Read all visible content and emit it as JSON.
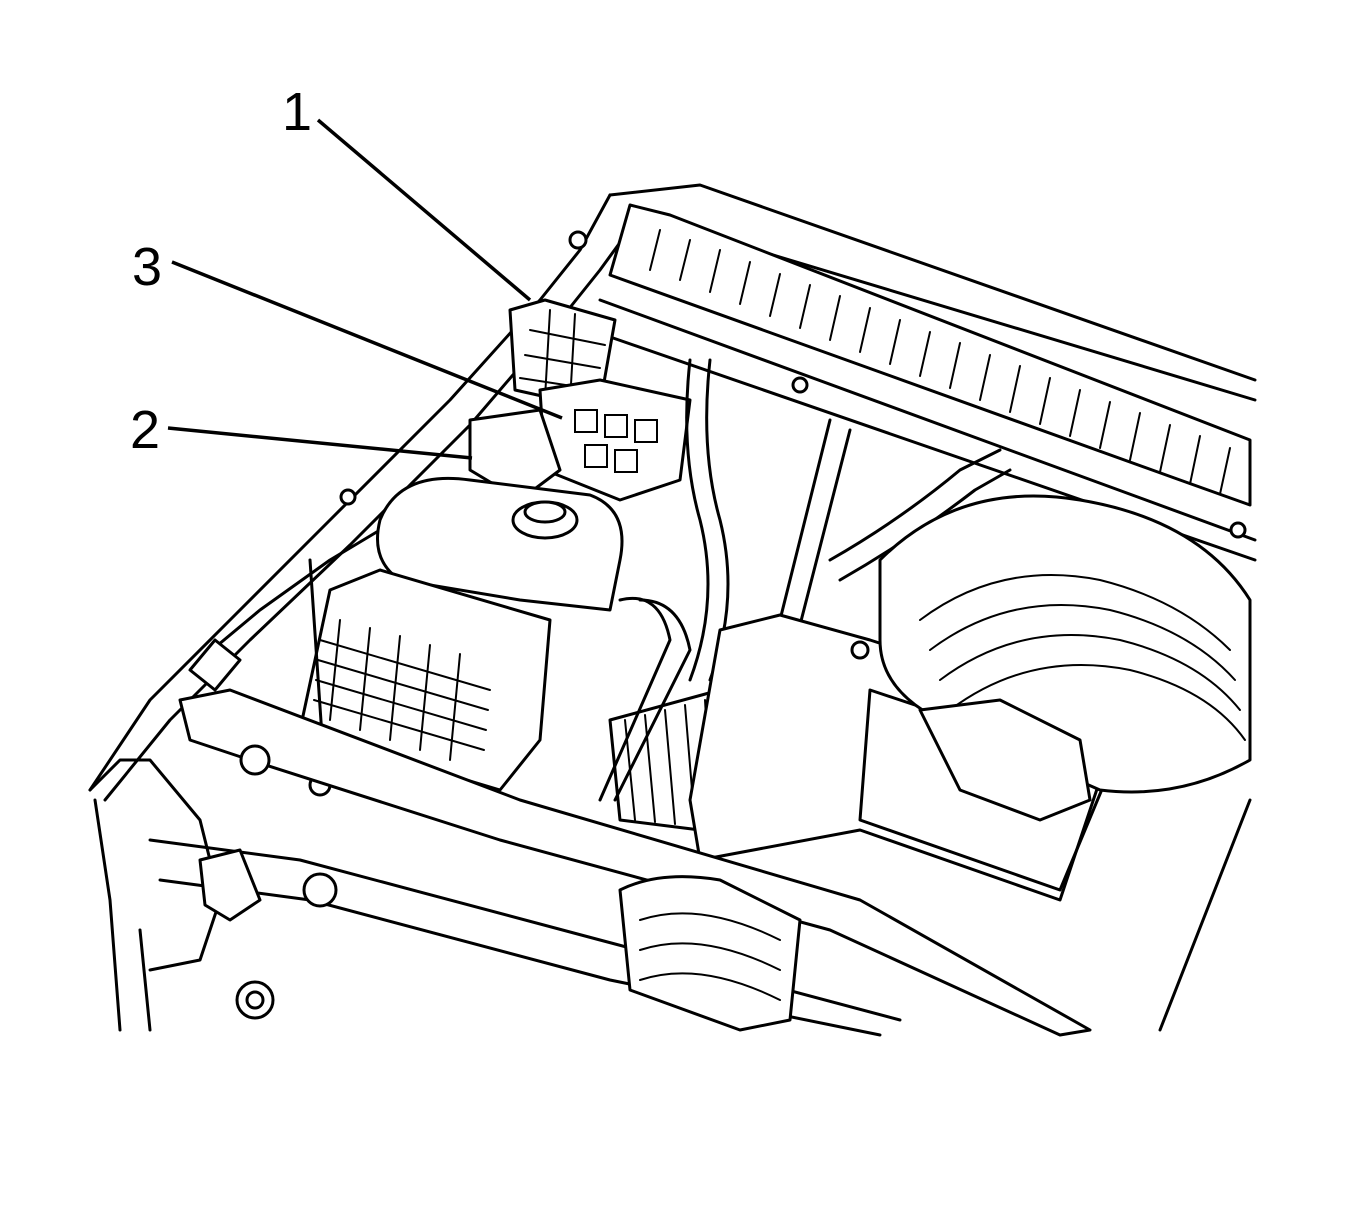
{
  "callouts": [
    {
      "label": "1"
    },
    {
      "label": "3"
    },
    {
      "label": "2"
    }
  ]
}
